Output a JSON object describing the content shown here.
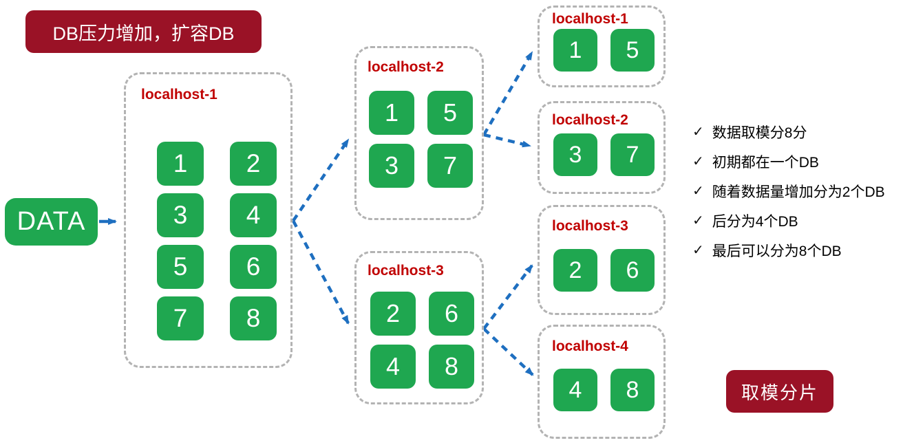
{
  "title_banner": {
    "text": "DB压力增加，扩容DB"
  },
  "bottom_banner": {
    "text": "取模分片"
  },
  "data_source": {
    "label": "DATA"
  },
  "stage1": {
    "title": "localhost-1",
    "shards": [
      "1",
      "2",
      "3",
      "4",
      "5",
      "6",
      "7",
      "8"
    ]
  },
  "stage2": {
    "top": {
      "title": "localhost-2",
      "shards": [
        "1",
        "5",
        "3",
        "7"
      ]
    },
    "bottom": {
      "title": "localhost-3",
      "shards": [
        "2",
        "6",
        "4",
        "8"
      ]
    }
  },
  "stage3": {
    "box1": {
      "title": "localhost-1",
      "shards": [
        "1",
        "5"
      ]
    },
    "box2": {
      "title": "localhost-2",
      "shards": [
        "3",
        "7"
      ]
    },
    "box3": {
      "title": "localhost-3",
      "shards": [
        "2",
        "6"
      ]
    },
    "box4": {
      "title": "localhost-4",
      "shards": [
        "4",
        "8"
      ]
    }
  },
  "notes": {
    "items": [
      "数据取模分8分",
      "初期都在一个DB",
      "随着数据量增加分为2个DB",
      "后分为4个DB",
      "最后可以分为8个DB"
    ]
  },
  "icons": {
    "check": "✓"
  },
  "colors": {
    "shard_green": "#1fa750",
    "banner_dark_red": "#9a1226",
    "host_title_red": "#c00000",
    "arrow_blue": "#1e6fc0",
    "dashed_border_gray": "#b3b3b3",
    "note_text": "#000000"
  }
}
